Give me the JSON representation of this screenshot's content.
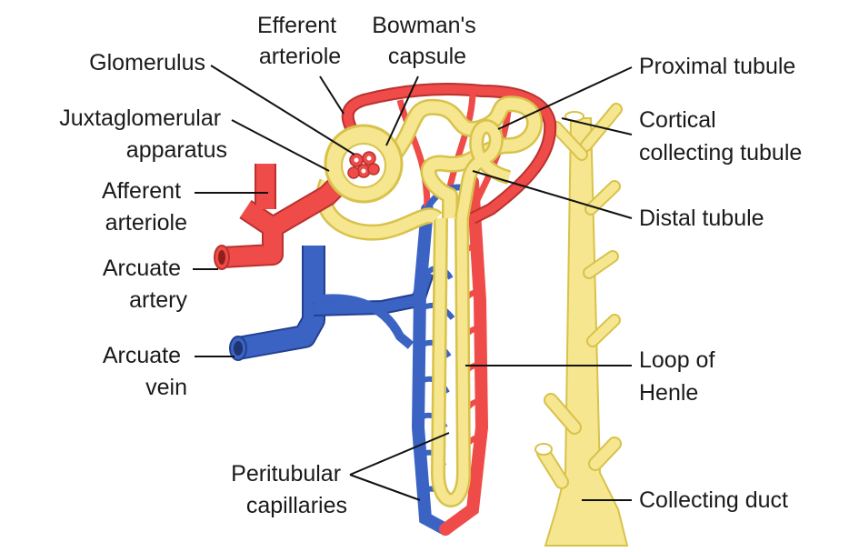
{
  "colors": {
    "artery": "#ef4b48",
    "artery_dark": "#b8322f",
    "vein": "#3a63c4",
    "vein_dark": "#243f8f",
    "tubule": "#f6e690",
    "tubule_dark": "#d8c24a",
    "leader_line": "#111111",
    "text": "#1a1a1a"
  },
  "labels": {
    "efferent_arteriole": [
      "Efferent",
      "arteriole"
    ],
    "bowmans_capsule": [
      "Bowman's",
      "capsule"
    ],
    "glomerulus": [
      "Glomerulus"
    ],
    "juxtaglomerular_apparatus": [
      "Juxtaglomerular",
      "apparatus"
    ],
    "afferent_arteriole": [
      "Afferent",
      "arteriole"
    ],
    "arcuate_artery": [
      "Arcuate",
      "artery"
    ],
    "arcuate_vein": [
      "Arcuate",
      "vein"
    ],
    "peritubular_capillaries": [
      "Peritubular",
      "capillaries"
    ],
    "proximal_tubule": [
      "Proximal tubule"
    ],
    "cortical_collecting_tubule": [
      "Cortical",
      "collecting tubule"
    ],
    "distal_tubule": [
      "Distal tubule"
    ],
    "loop_of_henle": [
      "Loop of",
      "Henle"
    ],
    "collecting_duct": [
      "Collecting duct"
    ]
  }
}
